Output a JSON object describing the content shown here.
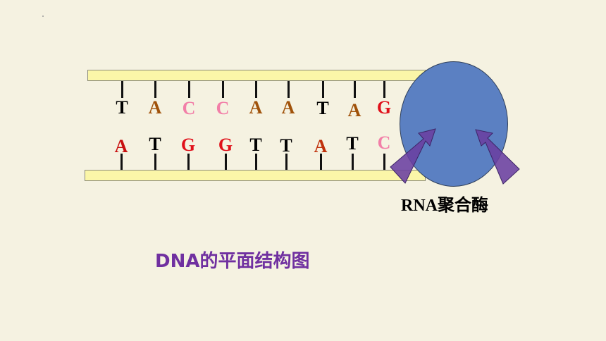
{
  "diagram": {
    "top_strand_bases": [
      {
        "letter": "T",
        "color": "#000000"
      },
      {
        "letter": "A",
        "color": "#a0520a"
      },
      {
        "letter": "C",
        "color": "#f27fa8"
      },
      {
        "letter": "C",
        "color": "#f27fa8"
      },
      {
        "letter": "A",
        "color": "#a0520a"
      },
      {
        "letter": "A",
        "color": "#a0520a"
      },
      {
        "letter": "T",
        "color": "#000000"
      },
      {
        "letter": "A",
        "color": "#a0520a"
      },
      {
        "letter": "G",
        "color": "#e0101a"
      }
    ],
    "bottom_strand_bases": [
      {
        "letter": "A",
        "color": "#c81010"
      },
      {
        "letter": "T",
        "color": "#000000"
      },
      {
        "letter": "G",
        "color": "#e0101a"
      },
      {
        "letter": "G",
        "color": "#e0101a"
      },
      {
        "letter": "T",
        "color": "#000000"
      },
      {
        "letter": "T",
        "color": "#000000"
      },
      {
        "letter": "A",
        "color": "#c0300a"
      },
      {
        "letter": "T",
        "color": "#000000"
      },
      {
        "letter": "C",
        "color": "#f27fa8"
      }
    ],
    "enzyme_label": "RNA聚合酶",
    "caption": "DNA的平面结构图",
    "colors": {
      "strand_fill": "#fbf6a8",
      "enzyme_fill": "#5b80c2",
      "arrow_fill": "#6a3fa0",
      "caption": "#7030a0",
      "background": "#f5f2e1"
    }
  }
}
